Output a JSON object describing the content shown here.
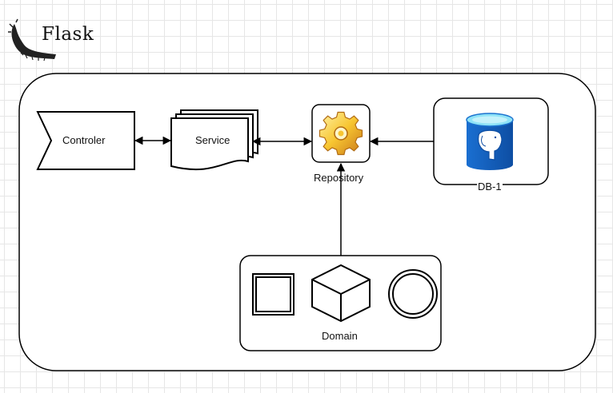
{
  "logo": {
    "text": "Flask"
  },
  "nodes": {
    "controller": "Controler",
    "service": "Service",
    "repository": "Repository",
    "database": "DB-1",
    "domain": "Domain"
  }
}
